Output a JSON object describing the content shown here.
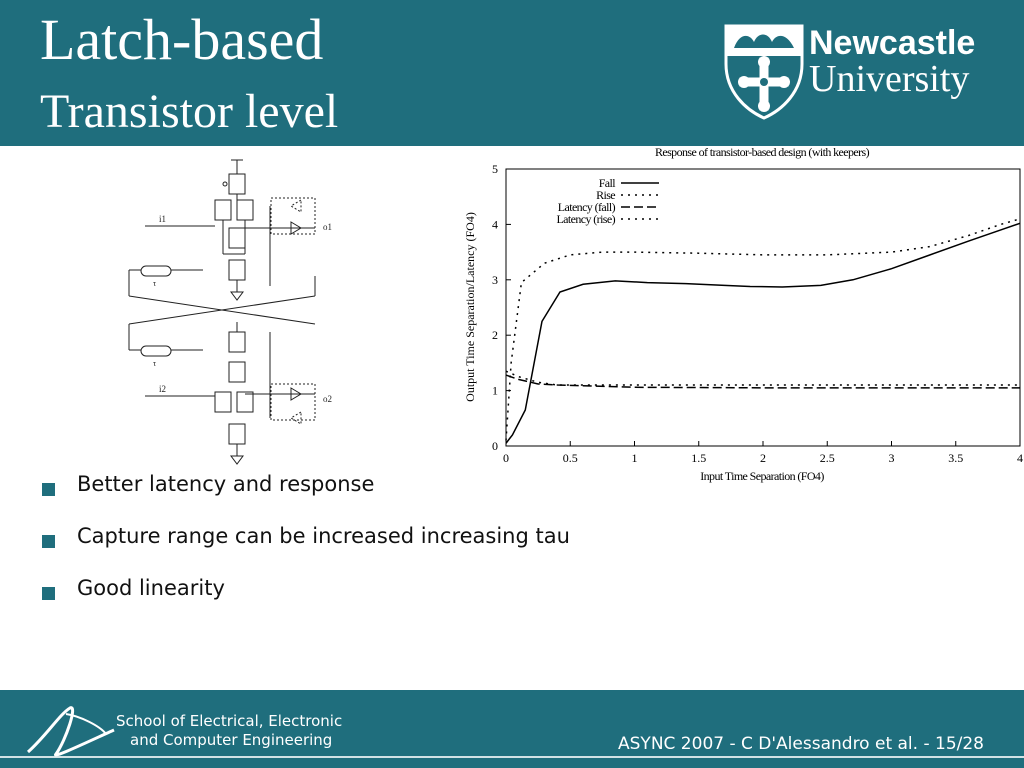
{
  "header": {
    "title_line1": "Latch-based",
    "title_line2": "Transistor level",
    "logo": {
      "name_line1": "Newcastle",
      "name_line2": "University"
    }
  },
  "schematic": {
    "labels": {
      "in1": "i1",
      "in2": "i2",
      "out1": "o1",
      "out2": "o2",
      "tau1": "τ",
      "tau2": "τ"
    }
  },
  "chart_data": {
    "type": "line",
    "title": "Response of transistor-based design (with keepers)",
    "xlabel": "Input Time Separation (FO4)",
    "ylabel": "Output Time Separation/Latency (FO4)",
    "xlim": [
      0,
      4
    ],
    "ylim": [
      0,
      5
    ],
    "xticks": [
      "0",
      "0.5",
      "1",
      "1.5",
      "2",
      "2.5",
      "3",
      "3.5",
      "4"
    ],
    "yticks": [
      "0",
      "1",
      "2",
      "3",
      "4",
      "5"
    ],
    "grid": false,
    "legend_position": "top-left",
    "series": [
      {
        "name": "Fall",
        "style": "solid",
        "x": [
          0,
          0.05,
          0.15,
          0.28,
          0.42,
          0.6,
          0.85,
          1.1,
          1.4,
          1.7,
          1.9,
          2.15,
          2.45,
          2.7,
          3.0,
          3.3,
          3.6,
          3.85,
          4.0
        ],
        "y": [
          0.05,
          0.2,
          0.65,
          2.25,
          2.78,
          2.92,
          2.98,
          2.95,
          2.93,
          2.9,
          2.88,
          2.87,
          2.9,
          3.0,
          3.2,
          3.45,
          3.7,
          3.9,
          4.02
        ]
      },
      {
        "name": "Rise",
        "style": "dotted",
        "x": [
          0,
          0.04,
          0.12,
          0.3,
          0.5,
          0.75,
          1.0,
          1.5,
          2.0,
          2.5,
          3.0,
          3.3,
          3.6,
          3.85,
          4.0
        ],
        "y": [
          0.1,
          1.5,
          2.95,
          3.3,
          3.45,
          3.5,
          3.5,
          3.48,
          3.45,
          3.45,
          3.5,
          3.6,
          3.8,
          4.0,
          4.1
        ]
      },
      {
        "name": "Latency (fall)",
        "style": "dashed",
        "x": [
          0,
          0.1,
          0.25,
          0.4,
          0.7,
          1.0,
          2.0,
          3.0,
          4.0
        ],
        "y": [
          1.28,
          1.2,
          1.12,
          1.1,
          1.08,
          1.06,
          1.05,
          1.05,
          1.05
        ]
      },
      {
        "name": "Latency (rise)",
        "style": "dotted",
        "x": [
          0,
          0.1,
          0.25,
          0.4,
          0.7,
          1.0,
          2.0,
          3.0,
          4.0
        ],
        "y": [
          1.35,
          1.25,
          1.15,
          1.1,
          1.1,
          1.1,
          1.1,
          1.1,
          1.1
        ]
      }
    ]
  },
  "bullets": [
    "Better latency and response",
    "Capture range can be increased increasing tau",
    "Good linearity"
  ],
  "footer": {
    "school_line1": "School of Electrical, Electronic",
    "school_line2": "and Computer Engineering",
    "credit": "ASYNC 2007 - C D'Alessandro et al. - 15/28"
  },
  "colors": {
    "brand": "#1f6e7d",
    "text": "#111111",
    "chart_line": "#000000"
  }
}
